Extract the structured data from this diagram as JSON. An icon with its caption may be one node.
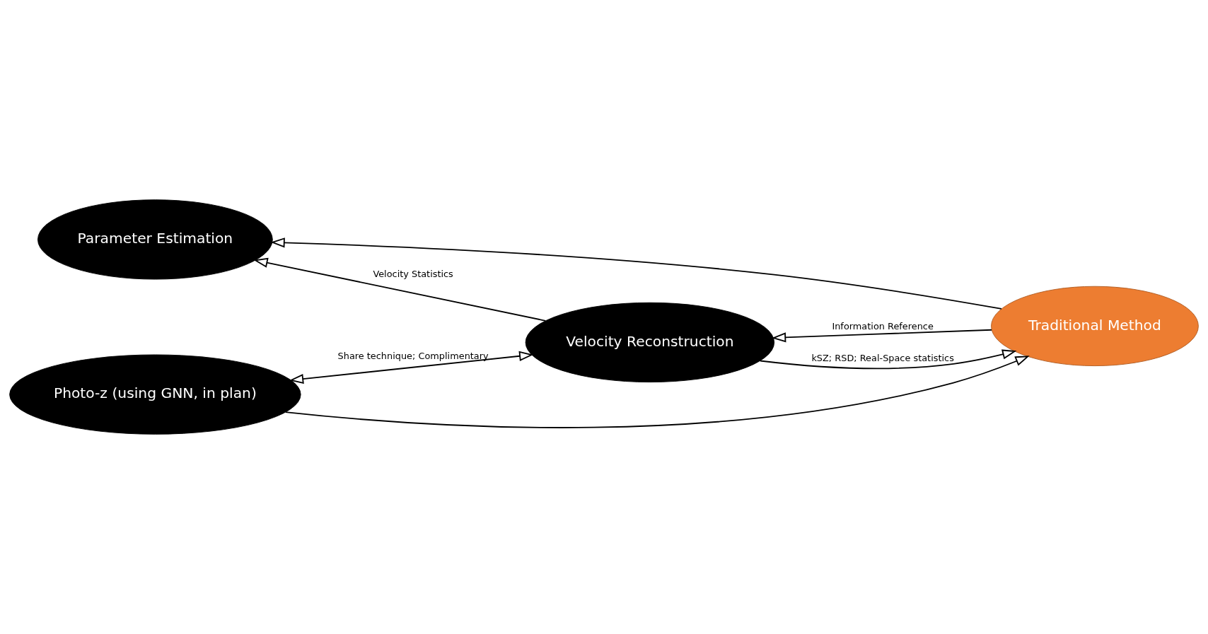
{
  "diagram": {
    "nodes": [
      {
        "text": [
          "Parameter Estimation"
        ]
      },
      {
        "text": [
          "Velocity Reconstruction"
        ]
      },
      {
        "text": [
          "Traditional Method"
        ]
      },
      {
        "text": [
          "Photo-z (using GNN, in plan)"
        ]
      }
    ],
    "edges": [
      {
        "from": 1,
        "to": 0,
        "arrow": "to",
        "label": "Velocity Statistics"
      },
      {
        "from": 2,
        "to": 0,
        "arrow": "to"
      },
      {
        "from": 1,
        "to": 2,
        "arrow": "to",
        "label": "kSZ; RSD; Real-Space statistics"
      },
      {
        "from": 2,
        "to": 1,
        "arrow": "to",
        "label": "Information Reference"
      },
      {
        "from": 3,
        "to": 1,
        "arrow": "both",
        "label": "Share technique; Complimentary"
      },
      {
        "from": 3,
        "to": 2,
        "arrow": "to"
      }
    ]
  }
}
